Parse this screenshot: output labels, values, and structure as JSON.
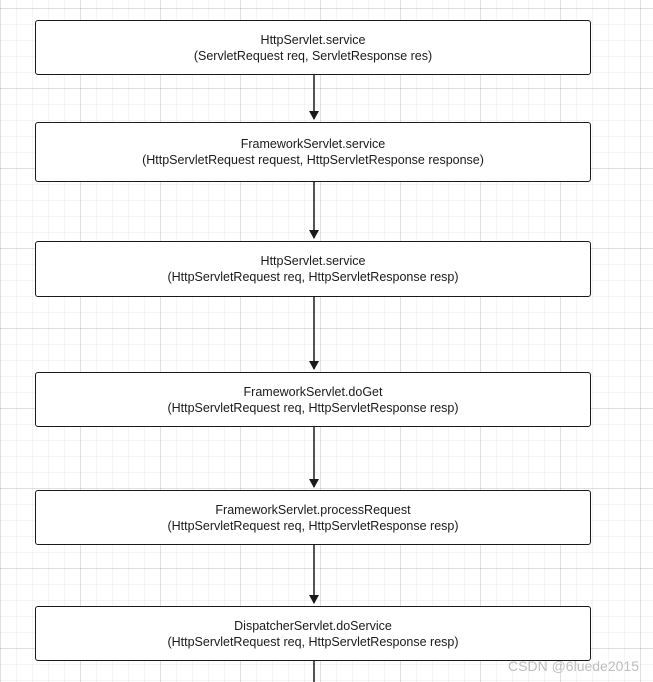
{
  "flow": {
    "nodes": [
      {
        "method": "HttpServlet.service",
        "params": "(ServletRequest req, ServletResponse res)"
      },
      {
        "method": "FrameworkServlet.service",
        "params": "(HttpServletRequest request, HttpServletResponse response)"
      },
      {
        "method": "HttpServlet.service",
        "params": "(HttpServletRequest req, HttpServletResponse resp)"
      },
      {
        "method": "FrameworkServlet.doGet",
        "params": "(HttpServletRequest req, HttpServletResponse resp)"
      },
      {
        "method": "FrameworkServlet.processRequest",
        "params": "(HttpServletRequest req, HttpServletResponse resp)"
      },
      {
        "method": "DispatcherServlet.doService",
        "params": "(HttpServletRequest req, HttpServletResponse resp)"
      }
    ]
  },
  "watermark": "CSDN @6luede2015",
  "colors": {
    "stroke": "#1a1a1a",
    "box_fill": "#ffffff",
    "grid": "#e6e6e6",
    "watermark": "#bdbdbd"
  }
}
